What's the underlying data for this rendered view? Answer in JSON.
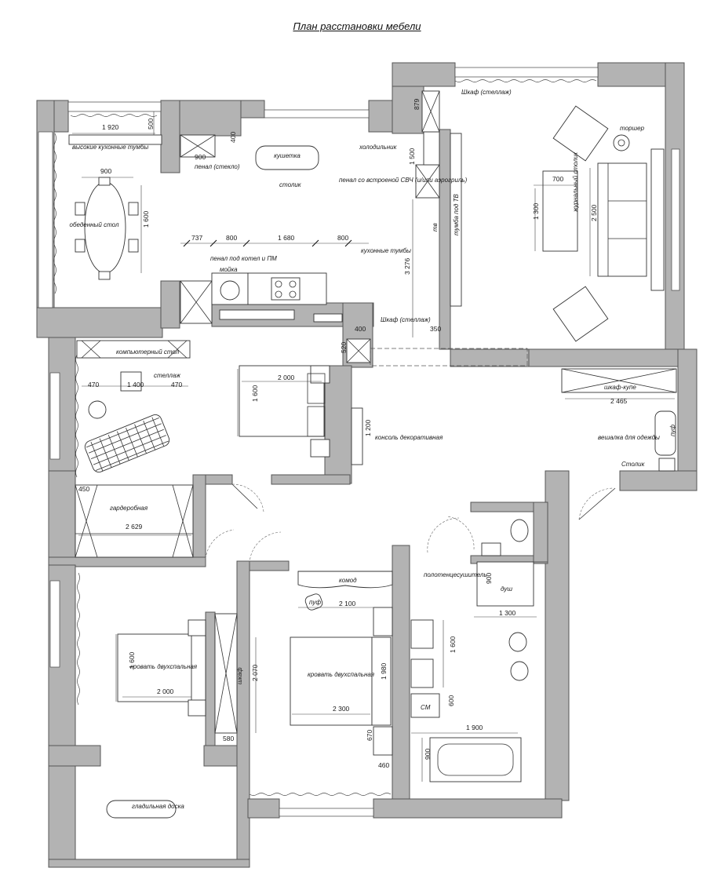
{
  "title": "План расстановки мебели",
  "labels": {
    "kitchen_cabinets_tall": "высокие кухонные тумбы",
    "dining_table": "обеденный стол",
    "pencil_glass": "пенал (стекло)",
    "couch": "кушетка",
    "side_table": "столик",
    "fridge": "холодильник",
    "pencil_microwave": "пенал со встроеной СВЧ (и/или аэрогриль)",
    "pencil_boiler": "пенал под котел и ПМ",
    "sink": "мойка",
    "kitchen_cabinets": "кухонные тумбы",
    "wardrobe_rack_1": "Шкаф (стеллаж)",
    "tv_stand": "тумба под ТВ",
    "tv": "тв",
    "floor_lamp": "торшер",
    "coffee_table": "журнальный столик",
    "wardrobe_rack_2": "Шкаф (стеллаж)",
    "computer_desk": "компьютерный стол",
    "shelf": "стеллаж",
    "console": "консоль декоративная",
    "sliding_wardrobe": "шкаф-купе",
    "hanger": "вешалка для одежды",
    "pouf_hall": "пуф",
    "small_table": "Столик",
    "dressing_room": "гардеробная",
    "dresser": "комод",
    "pouf_bedroom": "пуф",
    "towel_dryer": "полотенцесушитель",
    "shower": "душ",
    "bed_left": "кровать двухспальная",
    "wardrobe": "шкаф",
    "bed_main": "кровать двухспальная",
    "washer": "СМ",
    "ironing_board": "гладильная доска"
  },
  "dimensions": {
    "d1920": "1 920",
    "d500": "500",
    "d900a": "900",
    "d400a": "400",
    "d900b": "900",
    "d1600a": "1 600",
    "d737": "737",
    "d800a": "800",
    "d1680": "1 680",
    "d800b": "800",
    "d1500": "1 500",
    "d3276": "3 276",
    "d400b": "400",
    "d350": "350",
    "d879": "879",
    "d700": "700",
    "d1300a": "1 300",
    "d2500": "2 500",
    "d520": "520",
    "d470a": "470",
    "d1400": "1 400",
    "d470b": "470",
    "d2000a": "2 000",
    "d1600b": "1 600",
    "d1200": "1 200",
    "d2465": "2 465",
    "d450": "450",
    "d2629": "2 629",
    "d2100": "2 100",
    "d900c": "900",
    "d1300b": "1 300",
    "d1600c": "1 600",
    "d2000b": "2 000",
    "d1600d": "1 600",
    "d2070": "2 070",
    "d1980": "1 980",
    "d2300": "2 300",
    "d600": "600",
    "d1900": "1 900",
    "d580": "580",
    "d670": "670",
    "d460": "460",
    "d900d": "900"
  }
}
